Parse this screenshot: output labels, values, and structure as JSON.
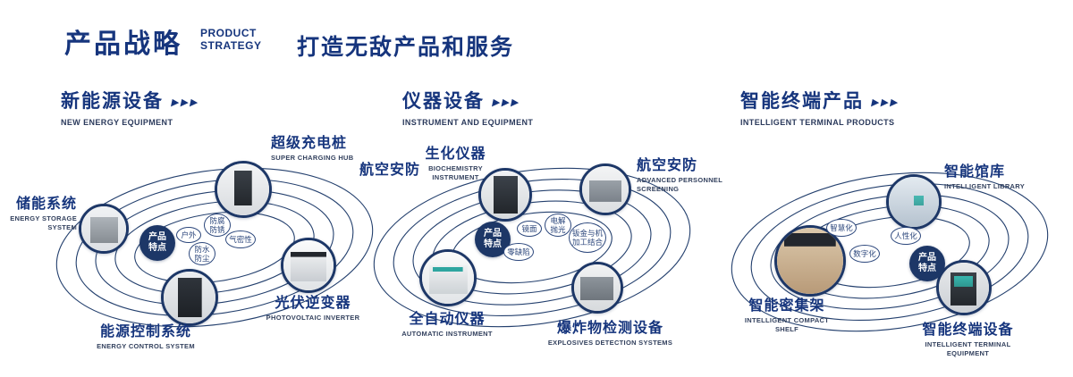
{
  "header": {
    "title": "产品战略",
    "subtitle_lines": [
      "PRODUCT",
      "STRATEGY"
    ],
    "tagline": "打造无敌产品和服务"
  },
  "colors": {
    "primary_navy": "#16357d",
    "badge_bg": "#1d3767",
    "orbit_stroke": "#24406e",
    "accent_teal": "#39b6ae",
    "background": "#ffffff"
  },
  "sections": [
    {
      "title": "新能源设备",
      "title_en": "NEW ENERGY EQUIPMENT",
      "arrows": "▶▶▶",
      "badge": "产品特点",
      "tags": [
        "户外",
        "防腐防锈",
        "气密性",
        "防水防尘"
      ],
      "nodes": [
        {
          "zh": "储能系统",
          "en": "ENERGY STORAGE SYSTEM"
        },
        {
          "zh": "超级充电桩",
          "en": "SUPER CHARGING HUB"
        },
        {
          "zh": "光伏逆变器",
          "en": "PHOTOVOLTAIC INVERTER"
        },
        {
          "zh": "能源控制系统",
          "en": "ENERGY CONTROL SYSTEM"
        }
      ]
    },
    {
      "title": "仪器设备",
      "title_en": "INSTRUMENT AND EQUIPMENT",
      "arrows": "▶▶▶",
      "badge": "产品特点",
      "extra_label": "航空安防",
      "tags": [
        "镜面",
        "电解抛光",
        "零缺陷",
        "钣金与机加工结合"
      ],
      "nodes": [
        {
          "zh": "生化仪器",
          "en": "BIOCHEMISTRY INSTRUMENT"
        },
        {
          "zh": "航空安防",
          "en": "ADVANCED PERSONNEL SCREENING"
        },
        {
          "zh": "全自动仪器",
          "en": "AUTOMATIC INSTRUMENT"
        },
        {
          "zh": "爆炸物检测设备",
          "en": "EXPLOSIVES DETECTION SYSTEMS"
        }
      ]
    },
    {
      "title": "智能终端产品",
      "title_en": "INTELLIGENT TERMINAL PRODUCTS",
      "arrows": "▶▶▶",
      "badge": "产品特点",
      "tags": [
        "智慧化",
        "人性化",
        "数字化"
      ],
      "nodes": [
        {
          "zh": "智能馆库",
          "en": "INTELLIGENT LIBRARY"
        },
        {
          "zh": "智能密集架",
          "en": "INTELLIGENT COMPACT SHELF"
        },
        {
          "zh": "智能终端设备",
          "en": "INTELLIGENT TERMINAL EQUIPMENT"
        }
      ]
    }
  ]
}
